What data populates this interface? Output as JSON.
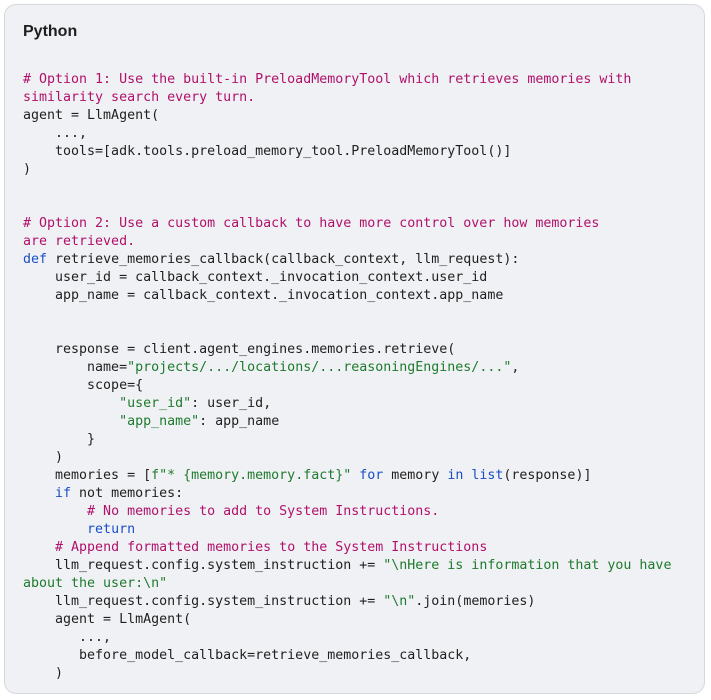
{
  "header": {
    "language": "Python"
  },
  "code_lines": [
    [
      {
        "t": "# Option 1: Use the built-in PreloadMemoryTool which retrieves memories with",
        "c": "c"
      }
    ],
    [
      {
        "t": "similarity search every turn.",
        "c": "c"
      }
    ],
    [
      {
        "t": "agent = LlmAgent("
      }
    ],
    [
      {
        "t": "    ...,"
      }
    ],
    [
      {
        "t": "    tools=[adk.tools.preload_memory_tool.PreloadMemoryTool()]"
      }
    ],
    [
      {
        "t": ")"
      }
    ],
    [],
    [],
    [
      {
        "t": "# Option 2: Use a custom callback to have more control over how memories",
        "c": "c"
      }
    ],
    [
      {
        "t": "are retrieved.",
        "c": "c"
      }
    ],
    [
      {
        "t": "def",
        "c": "k"
      },
      {
        "t": " retrieve_memories_callback(callback_context, llm_request):"
      }
    ],
    [
      {
        "t": "    user_id = callback_context._invocation_context.user_id"
      }
    ],
    [
      {
        "t": "    app_name = callback_context._invocation_context.app_name"
      }
    ],
    [],
    [],
    [
      {
        "t": "    response = client.agent_engines.memories.retrieve("
      }
    ],
    [
      {
        "t": "        name="
      },
      {
        "t": "\"projects/.../locations/...reasoningEngines/...\"",
        "c": "s"
      },
      {
        "t": ","
      }
    ],
    [
      {
        "t": "        scope={"
      }
    ],
    [
      {
        "t": "            "
      },
      {
        "t": "\"user_id\"",
        "c": "s"
      },
      {
        "t": ": user_id,"
      }
    ],
    [
      {
        "t": "            "
      },
      {
        "t": "\"app_name\"",
        "c": "s"
      },
      {
        "t": ": app_name"
      }
    ],
    [
      {
        "t": "        }"
      }
    ],
    [
      {
        "t": "    )"
      }
    ],
    [
      {
        "t": "    memories = ["
      },
      {
        "t": "f\"* {memory.memory.fact}\"",
        "c": "s"
      },
      {
        "t": " "
      },
      {
        "t": "for",
        "c": "k"
      },
      {
        "t": " memory "
      },
      {
        "t": "in",
        "c": "k"
      },
      {
        "t": " "
      },
      {
        "t": "list",
        "c": "k"
      },
      {
        "t": "(response)]"
      }
    ],
    [
      {
        "t": "    "
      },
      {
        "t": "if",
        "c": "k"
      },
      {
        "t": " not memories:"
      }
    ],
    [
      {
        "t": "        "
      },
      {
        "t": "# No memories to add to System Instructions.",
        "c": "c"
      }
    ],
    [
      {
        "t": "        "
      },
      {
        "t": "return",
        "c": "k"
      }
    ],
    [
      {
        "t": "    "
      },
      {
        "t": "# Append formatted memories to the System Instructions",
        "c": "c"
      }
    ],
    [
      {
        "t": "    llm_request.config.system_instruction += "
      },
      {
        "t": "\"\\nHere is information that you have",
        "c": "s"
      }
    ],
    [
      {
        "t": "about the user:\\n\"",
        "c": "s"
      }
    ],
    [
      {
        "t": "    llm_request.config.system_instruction += "
      },
      {
        "t": "\"\\n\"",
        "c": "s"
      },
      {
        "t": ".join(memories)"
      }
    ],
    [
      {
        "t": "    agent = LlmAgent("
      }
    ],
    [
      {
        "t": "       ...,"
      }
    ],
    [
      {
        "t": "       before_model_callback=retrieve_memories_callback,"
      }
    ],
    [
      {
        "t": "    )"
      }
    ]
  ]
}
